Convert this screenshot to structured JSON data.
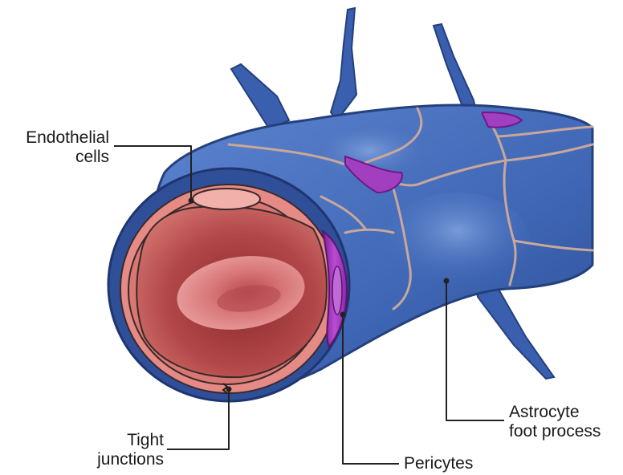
{
  "labels": {
    "endothelial_line1": "Endothelial",
    "endothelial_line2": "cells",
    "tight_line1": "Tight",
    "tight_line2": "junctions",
    "pericytes": "Pericytes",
    "astrocyte_line1": "Astrocyte",
    "astrocyte_line2": "foot process"
  },
  "colors": {
    "astrocyte_blue": "#3f67b5",
    "astrocyte_dark": "#24407d",
    "astrocyte_light": "#6f95d6",
    "junction_tan": "#c9a79a",
    "pericyte_purple": "#9a2fb0",
    "endothelium_pink": "#e68a86",
    "lumen_red": "#b94a4c",
    "leader_line": "#222222"
  }
}
